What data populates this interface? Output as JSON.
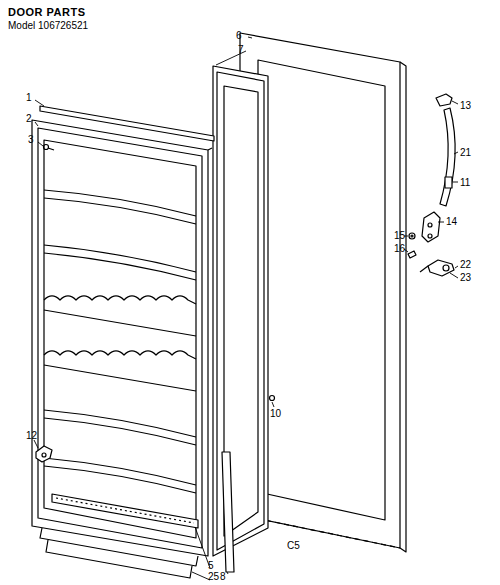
{
  "diagram": {
    "title": "DOOR PARTS",
    "labels": [
      "Model 106726521",
      "6",
      "7",
      "1",
      "2",
      "3",
      "13",
      "21",
      "11",
      "14",
      "15",
      "16",
      "22",
      "23",
      "10",
      "12",
      "5",
      "25",
      "8",
      "C5"
    ]
  }
}
